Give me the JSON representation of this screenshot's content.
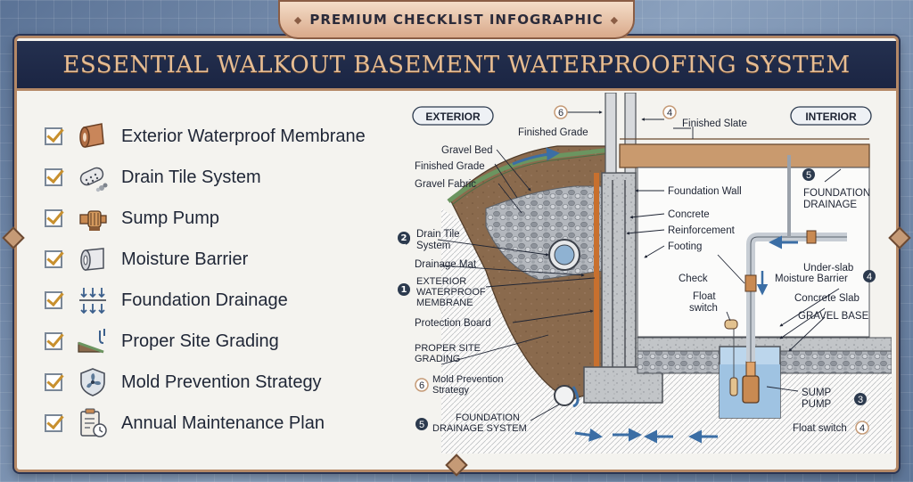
{
  "banner": {
    "label": "PREMIUM CHECKLIST INFOGRAPHIC"
  },
  "title": "ESSENTIAL WALKOUT BASEMENT WATERPROOFING SYSTEM",
  "checklist": [
    {
      "label": "Exterior Waterproof Membrane",
      "icon": "membrane-roll-icon"
    },
    {
      "label": "Drain Tile System",
      "icon": "drain-pipe-icon"
    },
    {
      "label": "Sump Pump",
      "icon": "sump-pump-icon"
    },
    {
      "label": "Moisture Barrier",
      "icon": "barrier-roll-icon"
    },
    {
      "label": "Foundation Drainage",
      "icon": "drainage-arrows-icon"
    },
    {
      "label": "Proper Site Grading",
      "icon": "grading-slope-icon"
    },
    {
      "label": "Mold Prevention Strategy",
      "icon": "shield-fan-icon"
    },
    {
      "label": "Annual Maintenance Plan",
      "icon": "clipboard-clock-icon"
    }
  ],
  "diagram": {
    "exterior_tag": "EXTERIOR",
    "interior_tag": "INTERIOR",
    "top_number_left": "6",
    "top_number_right": "4",
    "labels": {
      "finished_slate": "Finished Slate",
      "finished_grade_top": "Finished Grade",
      "gravel_bed": "Gravel Bed",
      "finished_grade": "Finished Grade",
      "gravel_fabric": "Gravel Fabric",
      "foundation_wall": "Foundation Wall",
      "concrete": "Concrete",
      "reinforcement": "Reinforcement",
      "footing": "Footing",
      "drain_tile_1": "Drain Tile",
      "drain_tile_2": "System",
      "drainage_mat": "Drainage Mat",
      "membrane_1": "EXTERIOR",
      "membrane_2": "WATERPROOF",
      "membrane_3": "MEMBRANE",
      "protection_board": "Protection Board",
      "grading_1": "PROPER SITE",
      "grading_2": "GRADING",
      "mold_1": "Mold Prevention",
      "mold_2": "Strategy",
      "fdn_system_1": "FOUNDATION",
      "fdn_system_2": "DRAINAGE SYSTEM",
      "fdn_drainage_1": "FOUNDATION",
      "fdn_drainage_2": "DRAINAGE",
      "check": "Check",
      "float_switch_1": "Float",
      "float_switch_2": "switch",
      "under_slab_1": "Under-slab",
      "under_slab_2": "Moisture Barrier",
      "concrete_slab": "Concrete Slab",
      "gravel_base": "GRAVEL BASE",
      "sump_1": "SUMP",
      "sump_2": "PUMP",
      "float_switch_bottom": "Float switch"
    },
    "markers": {
      "drain_tile": "2",
      "membrane": "1",
      "mold": "6",
      "fdn_system": "5",
      "fdn_drainage": "5",
      "under_slab": "4",
      "sump": "3",
      "float_bottom": "4"
    },
    "colors": {
      "soil": "#8a6a4d",
      "gravel": "#a9adb3",
      "concrete": "#b9bcbf",
      "water": "#9fc3e2",
      "grass": "#6b9560",
      "membrane": "#c8702e",
      "accent": "#c59a76",
      "navy": "#1b2543"
    }
  }
}
